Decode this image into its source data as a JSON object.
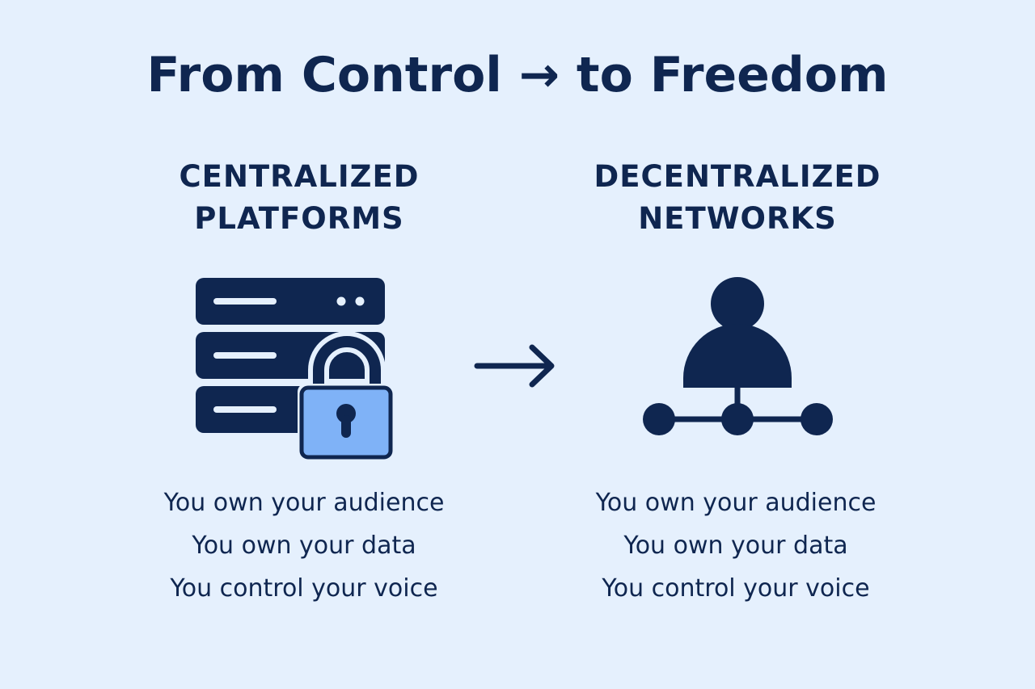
{
  "title": "From Control → to Freedom",
  "left": {
    "heading_line1": "CENTRALIZED",
    "heading_line2": "PLATFORMS",
    "points": [
      "You own your audience",
      "You own your data",
      "You control your voice"
    ]
  },
  "right": {
    "heading_line1": "DECENTRALIZED",
    "heading_line2": "NETWORKS",
    "points": [
      "You own your audience",
      "You own your data",
      "You control your voice"
    ]
  },
  "icons": {
    "left": "server-lock-icon",
    "middle": "arrow-right-icon",
    "right": "network-person-icon"
  },
  "colors": {
    "background": "#e5f0fd",
    "primary": "#0f2650",
    "lock_fill": "#7fb2f7"
  }
}
